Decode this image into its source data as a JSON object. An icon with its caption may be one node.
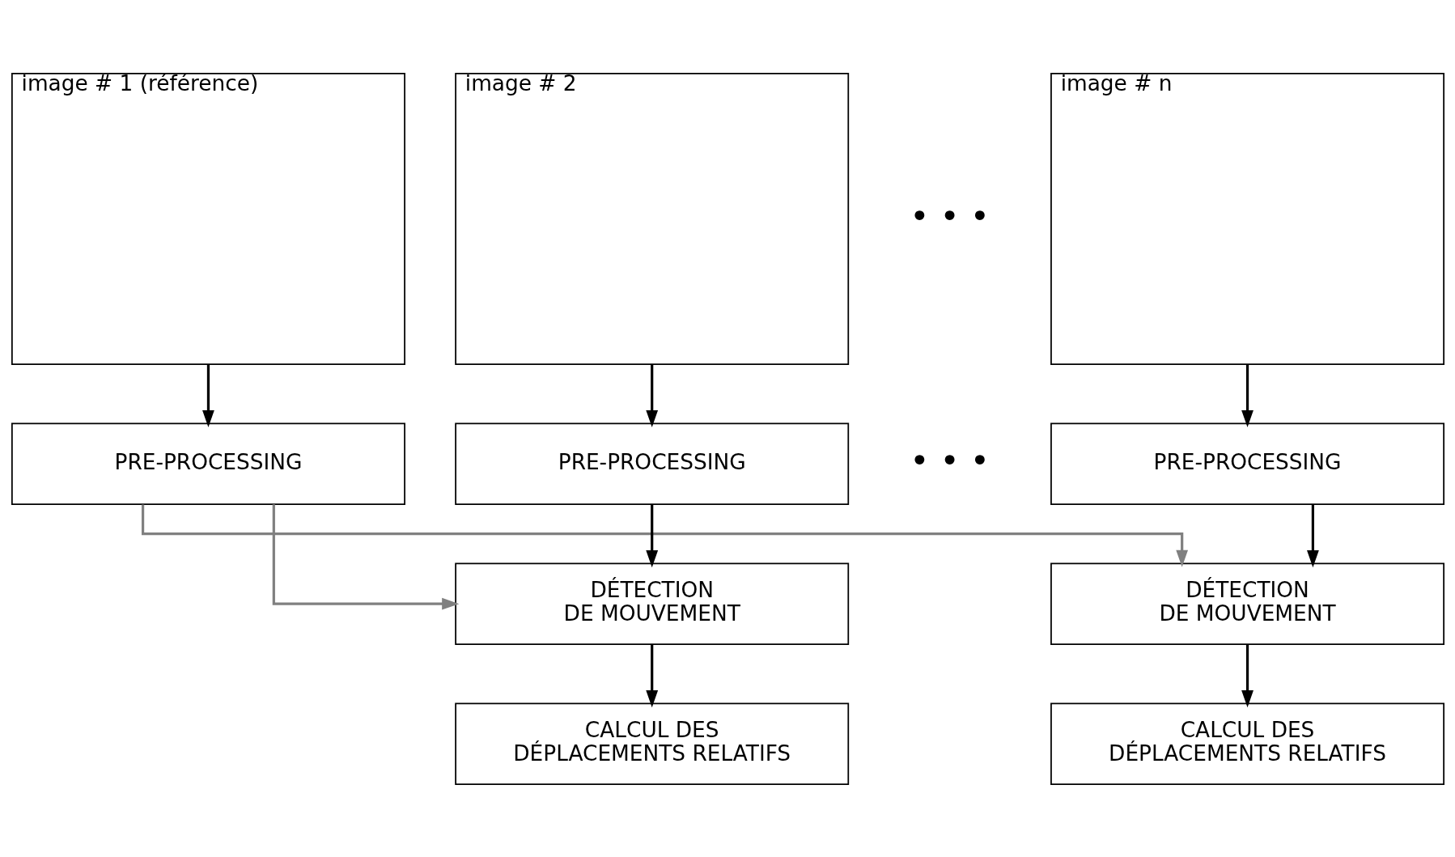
{
  "diagram": {
    "nodes": [
      {
        "text": [
          "image # 1 (référence)"
        ]
      },
      {
        "text": [
          "image # 2"
        ]
      },
      {
        "text": [
          "image # n"
        ]
      },
      {
        "text": [
          "PRE-PROCESSING"
        ]
      },
      {
        "text": [
          "PRE-PROCESSING"
        ]
      },
      {
        "text": [
          "PRE-PROCESSING"
        ]
      },
      {
        "text": [
          "DÉTECTION DE MOUVEMENT"
        ]
      },
      {
        "text": [
          "DÉTECTION DE MOUVEMENT"
        ]
      },
      {
        "text": [
          "CALCUL DES DÉPLACEMENTS RELATIFS"
        ]
      },
      {
        "text": [
          "CALCUL DES DÉPLACEMENTS RELATIFS"
        ]
      }
    ],
    "edges": [
      {
        "from": 0,
        "to": 3,
        "arrow": "to"
      },
      {
        "from": 1,
        "to": 4,
        "arrow": "to"
      },
      {
        "from": 2,
        "to": 5,
        "arrow": "to"
      },
      {
        "from": 3,
        "to": 6,
        "arrow": "to",
        "color": "#808080"
      },
      {
        "from": 3,
        "to": 7,
        "arrow": "to",
        "color": "#808080"
      },
      {
        "from": 4,
        "to": 6,
        "arrow": "to"
      },
      {
        "from": 5,
        "to": 7,
        "arrow": "to"
      },
      {
        "from": 6,
        "to": 8,
        "arrow": "to"
      },
      {
        "from": 7,
        "to": 9,
        "arrow": "to"
      }
    ],
    "labels": [
      "• • •",
      "• • •"
    ]
  }
}
